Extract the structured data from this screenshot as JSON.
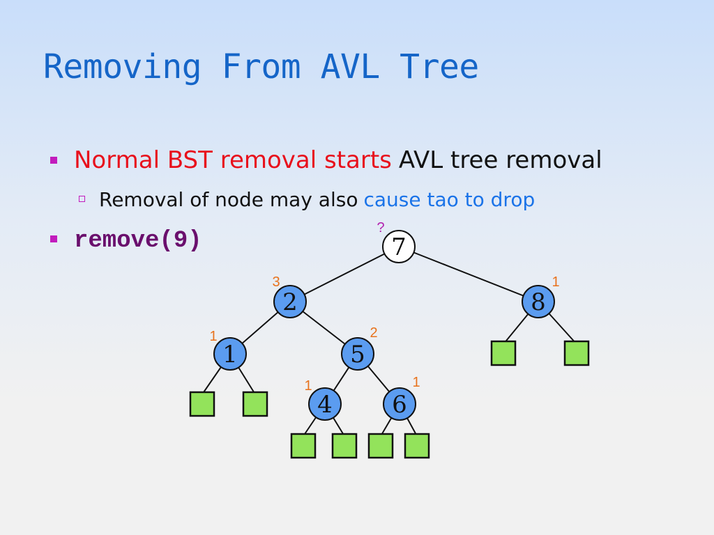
{
  "slide": {
    "title": "Removing From AVL Tree",
    "bullet1": {
      "part_red": "Normal BST removal starts",
      "part_black": "AVL tree removal"
    },
    "sub_bullet1": {
      "part_black": "Removal of node may also",
      "part_blue": "cause tao to drop"
    },
    "bullet2": {
      "code": "remove(9)"
    }
  },
  "tree": {
    "nodes": {
      "n7": {
        "label": "7",
        "height": "?"
      },
      "n2": {
        "label": "2",
        "height": "3"
      },
      "n8": {
        "label": "8",
        "height": "1"
      },
      "n1": {
        "label": "1",
        "height": "1"
      },
      "n5": {
        "label": "5",
        "height": "2"
      },
      "n4": {
        "label": "4",
        "height": "1"
      },
      "n6": {
        "label": "6",
        "height": "1"
      }
    }
  },
  "colors": {
    "title": "#1565c8",
    "bullet_marker": "#c21cbd",
    "highlight_red": "#e8101c",
    "highlight_blue": "#1a73e8",
    "code": "#6a0f6d",
    "node_fill": "#5b9cf0",
    "leaf_fill": "#93e35b",
    "height_label": "#e8721c"
  }
}
